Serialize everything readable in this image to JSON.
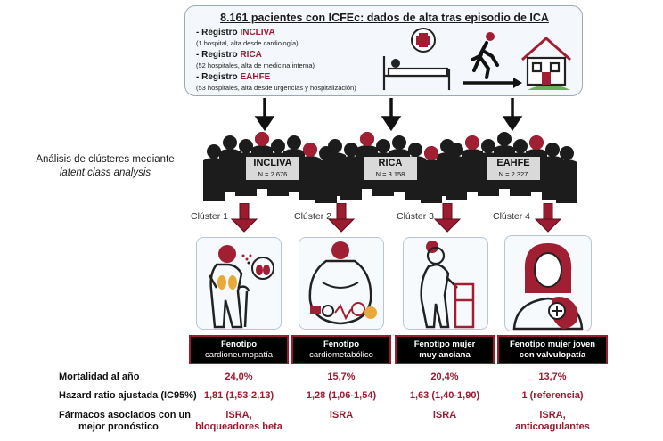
{
  "header": {
    "title": "8.161 pacientes con ICFEc: dados de alta tras episodio de ICA",
    "registries": [
      {
        "prefix": "- Registro ",
        "name": "INCLIVA",
        "detail": "(1 hospital, alta desde cardiología)"
      },
      {
        "prefix": "- Registro ",
        "name": "RICA",
        "detail": "(52 hospitales, alta de medicina interna)"
      },
      {
        "prefix": "- Registro ",
        "name": "EAHFE",
        "detail": "(53 hospitales, alta desde urgencias y hospitalización)"
      }
    ]
  },
  "analysis": {
    "line1": "Análisis de clústeres mediante",
    "line2": "latent class analysis"
  },
  "crowds": [
    {
      "name": "INCLIVA",
      "n": "N = 2.676"
    },
    {
      "name": "RICA",
      "n": "N = 3.158"
    },
    {
      "name": "EAHFE",
      "n": "N = 2.327"
    }
  ],
  "clusters": [
    {
      "label": "Clúster 1",
      "pheno_l1": "Fenotipo",
      "pheno_l2": "cardioneumopatía",
      "mortality": "24,0%",
      "hr": "1,81 (1,53-2,13)",
      "drugs_l1": "iSRA,",
      "drugs_l2": "bloqueadores beta"
    },
    {
      "label": "Clúster 2",
      "pheno_l1": "Fenotipo",
      "pheno_l2": "cardiometabólico",
      "mortality": "15,7%",
      "hr": "1,28 (1,06-1,54)",
      "drugs_l1": "iSRA",
      "drugs_l2": ""
    },
    {
      "label": "Clúster 3",
      "pheno_l1": "Fenotipo mujer",
      "pheno_l2": "muy anciana",
      "mortality": "20,4%",
      "hr": "1,63 (1,40-1,90)",
      "drugs_l1": "iSRA",
      "drugs_l2": ""
    },
    {
      "label": "Clúster 4",
      "pheno_l1": "Fenotipo mujer joven",
      "pheno_l2": "con valvulopatía",
      "mortality": "13,7%",
      "hr": "1 (referencia)",
      "drugs_l1": "iSRA,",
      "drugs_l2": "anticoagulantes"
    }
  ],
  "rows": {
    "mortality": "Mortalidad al año",
    "hr": "Hazard ratio ajustada (IC95%)",
    "drugs_l1": "Fármacos asociados con un",
    "drugs_l2": "mejor pronóstico"
  },
  "colors": {
    "accent": "#9b1b30",
    "crowd": "#1c1c1c",
    "head_red": "#a01f32",
    "box_border": "#9aa9b8"
  }
}
